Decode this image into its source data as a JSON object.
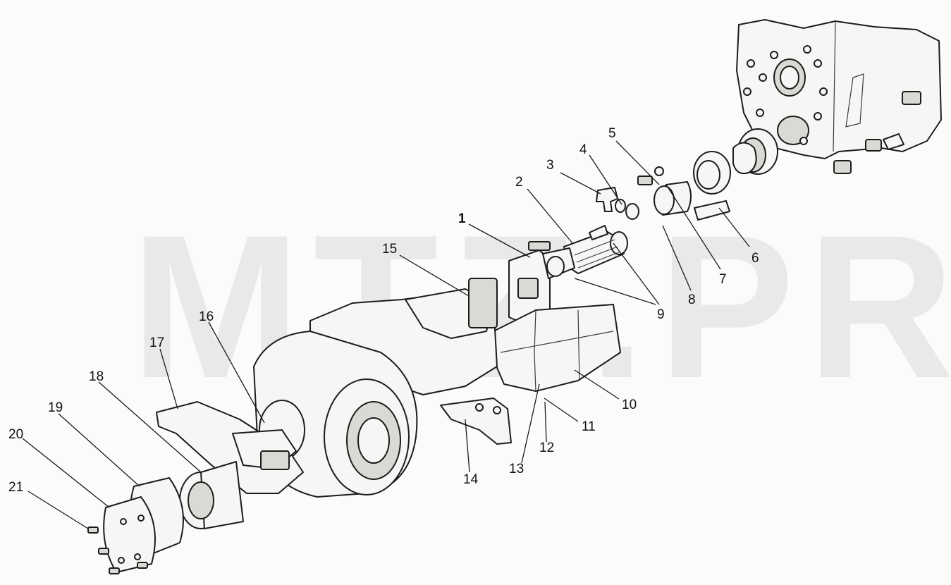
{
  "watermark": "MTZ.PRO",
  "callouts": [
    {
      "id": "1",
      "label": "1",
      "bold": true
    },
    {
      "id": "2",
      "label": "2"
    },
    {
      "id": "3",
      "label": "3"
    },
    {
      "id": "4",
      "label": "4"
    },
    {
      "id": "5",
      "label": "5"
    },
    {
      "id": "6",
      "label": "6"
    },
    {
      "id": "7",
      "label": "7"
    },
    {
      "id": "8",
      "label": "8"
    },
    {
      "id": "9",
      "label": "9"
    },
    {
      "id": "10",
      "label": "10"
    },
    {
      "id": "11",
      "label": "11"
    },
    {
      "id": "12",
      "label": "12"
    },
    {
      "id": "13",
      "label": "13"
    },
    {
      "id": "14",
      "label": "14"
    },
    {
      "id": "15",
      "label": "15"
    },
    {
      "id": "16",
      "label": "16"
    },
    {
      "id": "17",
      "label": "17"
    },
    {
      "id": "18",
      "label": "18"
    },
    {
      "id": "19",
      "label": "19"
    },
    {
      "id": "20",
      "label": "20"
    },
    {
      "id": "21",
      "label": "21"
    }
  ]
}
